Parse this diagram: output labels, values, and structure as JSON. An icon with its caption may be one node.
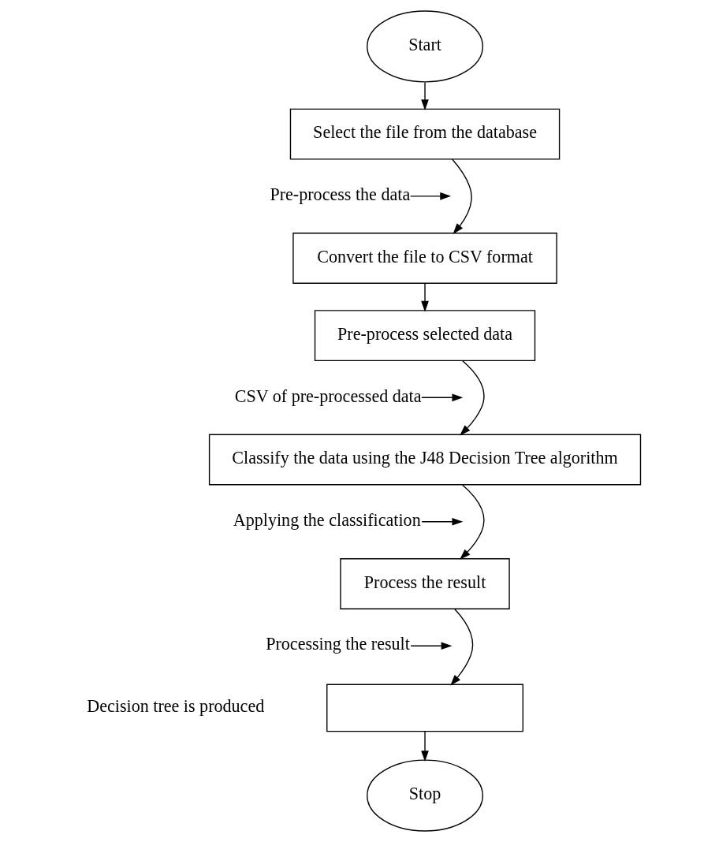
{
  "diagram": {
    "nodes": [
      {
        "text": [
          "Start"
        ]
      },
      {
        "text": [
          "Select the file from the database"
        ]
      },
      {
        "text": [
          "Pre-process the data"
        ]
      },
      {
        "text": [
          "Convert the file to CSV format"
        ]
      },
      {
        "text": [
          "Pre-process selected data"
        ]
      },
      {
        "text": [
          "CSV of pre-processed data"
        ]
      },
      {
        "text": [
          "Classify the data using the J48 Decision Tree algorithm"
        ]
      },
      {
        "text": [
          "Applying the classification"
        ]
      },
      {
        "text": [
          "Process the result"
        ]
      },
      {
        "text": [
          "Processing the result"
        ]
      },
      {
        "text": [],
        "shape": "box",
        "beside": [
          "Decision tree is produced"
        ]
      },
      {
        "text": [
          "Stop"
        ]
      }
    ],
    "edges": [
      {
        "from": 0,
        "to": 1,
        "arrow": "to"
      },
      {
        "from": 1,
        "to": 3,
        "arrow": "to"
      },
      {
        "from": 2,
        "to": null,
        "arrow": "to"
      },
      {
        "from": 3,
        "to": 4,
        "arrow": "to"
      },
      {
        "from": 4,
        "to": 6,
        "arrow": "to"
      },
      {
        "from": 5,
        "to": null,
        "arrow": "to"
      },
      {
        "from": 6,
        "to": 8,
        "arrow": "to"
      },
      {
        "from": 7,
        "to": null,
        "arrow": "to"
      },
      {
        "from": 8,
        "to": 10,
        "arrow": "to"
      },
      {
        "from": 9,
        "to": null,
        "arrow": "to"
      },
      {
        "from": 10,
        "to": 11,
        "arrow": "to"
      }
    ]
  }
}
